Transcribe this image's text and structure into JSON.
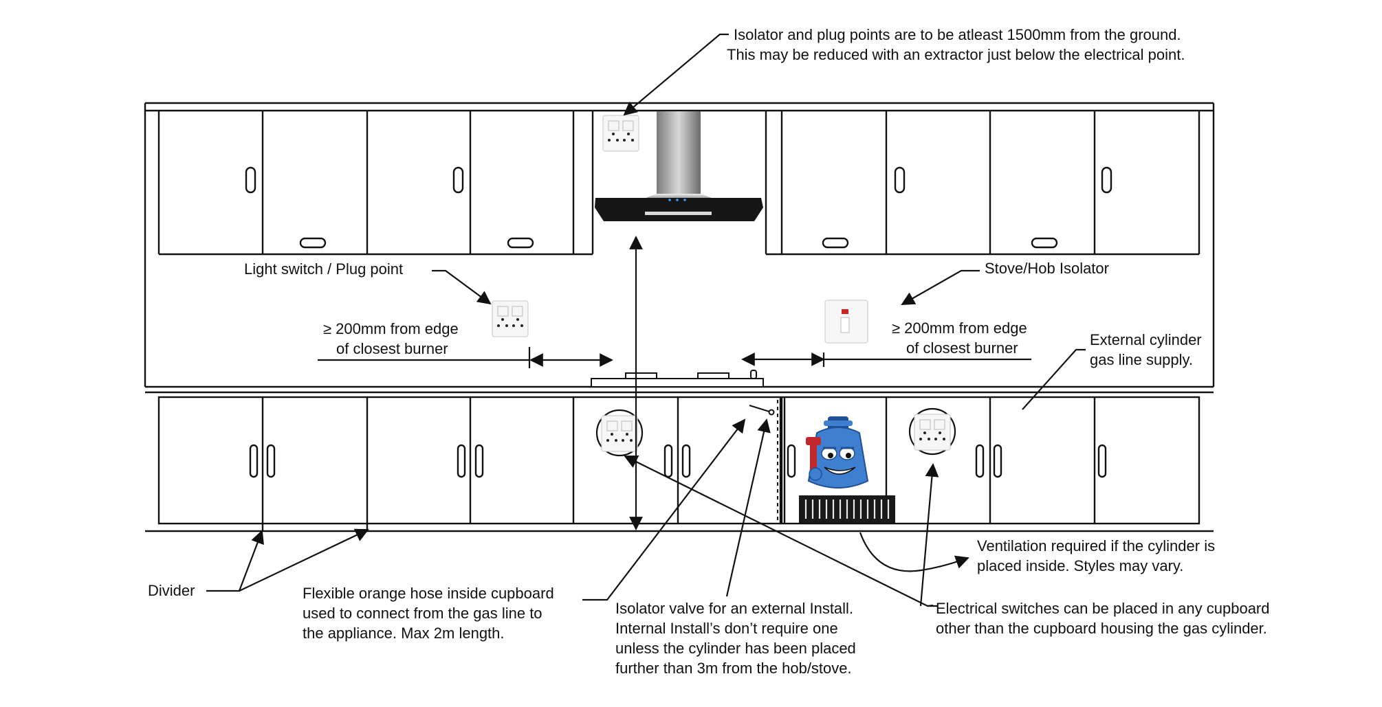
{
  "labels": {
    "isolator_plug_line1": "Isolator and plug points are to be atleast 1500mm from the ground.",
    "isolator_plug_line2": "This may be reduced with an extractor just below the electrical point.",
    "light_switch": "Light switch / Plug point",
    "distance_left_line1": "≥ 200mm from edge",
    "distance_left_line2": "of closest burner",
    "stove_isolator": "Stove/Hob Isolator",
    "distance_right_line1": "≥ 200mm from edge",
    "distance_right_line2": "of closest burner",
    "external_cylinder_line1": "External cylinder",
    "external_cylinder_line2": "gas line supply.",
    "divider": "Divider",
    "hose_line1": "Flexible orange hose inside cupboard",
    "hose_line2": "used to connect from the gas line to",
    "hose_line3": "the appliance. Max 2m length.",
    "valve_line1": "Isolator valve for an external Install.",
    "valve_line2": "Internal Install’s don’t require one",
    "valve_line3": "unless the cylinder has been placed",
    "valve_line4": "further than 3m from the hob/stove.",
    "ventilation_line1": "Ventilation required if the cylinder is",
    "ventilation_line2": "placed inside. Styles may vary.",
    "electrical_line1": "Electrical switches can be placed in any cupboard",
    "electrical_line2": "other than the cupboard housing the gas cylinder."
  },
  "colors": {
    "line": "#111111",
    "hood_steel": "#a8a8a8",
    "hood_glass": "#161616",
    "cylinder_blue": "#3f7fd0",
    "cylinder_dark": "#1f4f96",
    "wrench_red": "#c0282d",
    "socket_face": "#f4f4f4",
    "switch_indicator": "#cc2222"
  },
  "icons": [
    "socket-icon",
    "switch-icon",
    "extractor-hood-icon",
    "gas-cylinder-mascot-icon",
    "vent-grille-icon",
    "hob-icon",
    "valve-icon"
  ]
}
